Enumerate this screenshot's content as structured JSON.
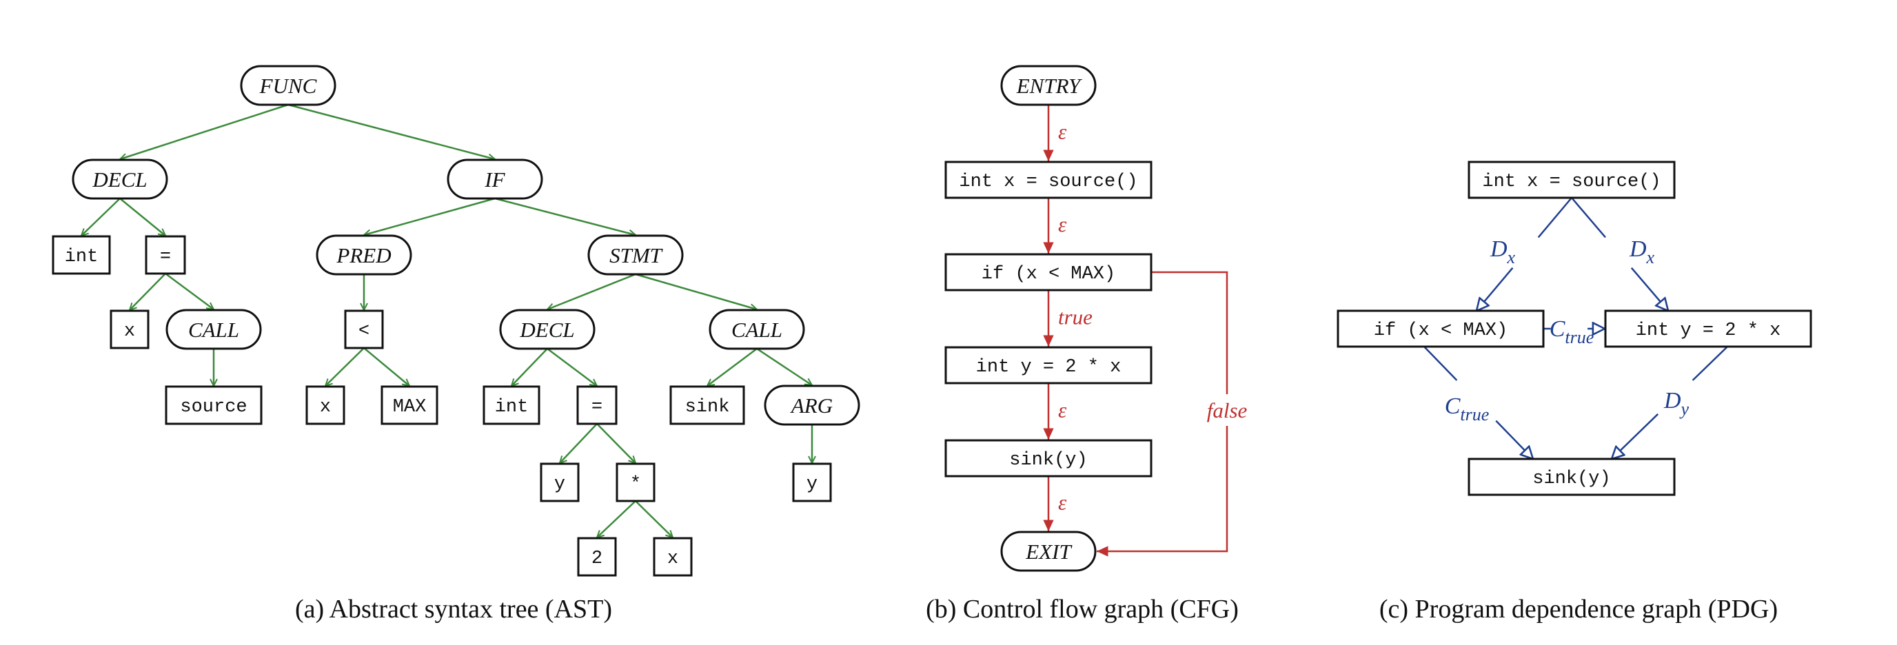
{
  "colors": {
    "ast_edge": "#3c8a3c",
    "cfg_edge": "#c0302f",
    "pdg_edge": "#1f3f8f",
    "node_stroke": "#111111"
  },
  "captions": {
    "ast": "(a) Abstract syntax tree (AST)",
    "cfg": "(b) Control flow graph (CFG)",
    "pdg": "(c) Program dependence graph (PDG)"
  },
  "ast": {
    "nodes": [
      {
        "id": "func",
        "label": "FUNC",
        "shape": "pill"
      },
      {
        "id": "decl1",
        "label": "DECL",
        "shape": "pill"
      },
      {
        "id": "if",
        "label": "IF",
        "shape": "pill"
      },
      {
        "id": "int1",
        "label": "int",
        "shape": "rect"
      },
      {
        "id": "eq1",
        "label": "=",
        "shape": "rect"
      },
      {
        "id": "x1",
        "label": "x",
        "shape": "rect"
      },
      {
        "id": "call1",
        "label": "CALL",
        "shape": "pill"
      },
      {
        "id": "source",
        "label": "source",
        "shape": "rect"
      },
      {
        "id": "pred",
        "label": "PRED",
        "shape": "pill"
      },
      {
        "id": "lt",
        "label": "<",
        "shape": "rect"
      },
      {
        "id": "x2",
        "label": "x",
        "shape": "rect"
      },
      {
        "id": "max",
        "label": "MAX",
        "shape": "rect"
      },
      {
        "id": "stmt",
        "label": "STMT",
        "shape": "pill"
      },
      {
        "id": "decl2",
        "label": "DECL",
        "shape": "pill"
      },
      {
        "id": "int2",
        "label": "int",
        "shape": "rect"
      },
      {
        "id": "eq2",
        "label": "=",
        "shape": "rect"
      },
      {
        "id": "y1",
        "label": "y",
        "shape": "rect"
      },
      {
        "id": "mul",
        "label": "*",
        "shape": "rect"
      },
      {
        "id": "two",
        "label": "2",
        "shape": "rect"
      },
      {
        "id": "x3",
        "label": "x",
        "shape": "rect"
      },
      {
        "id": "call2",
        "label": "CALL",
        "shape": "pill"
      },
      {
        "id": "sink",
        "label": "sink",
        "shape": "rect"
      },
      {
        "id": "arg",
        "label": "ARG",
        "shape": "pill"
      },
      {
        "id": "y2",
        "label": "y",
        "shape": "rect"
      }
    ],
    "edges": [
      [
        "func",
        "decl1"
      ],
      [
        "func",
        "if"
      ],
      [
        "decl1",
        "int1"
      ],
      [
        "decl1",
        "eq1"
      ],
      [
        "eq1",
        "x1"
      ],
      [
        "eq1",
        "call1"
      ],
      [
        "call1",
        "source"
      ],
      [
        "if",
        "pred"
      ],
      [
        "if",
        "stmt"
      ],
      [
        "pred",
        "lt"
      ],
      [
        "lt",
        "x2"
      ],
      [
        "lt",
        "max"
      ],
      [
        "stmt",
        "decl2"
      ],
      [
        "stmt",
        "call2"
      ],
      [
        "decl2",
        "int2"
      ],
      [
        "decl2",
        "eq2"
      ],
      [
        "eq2",
        "y1"
      ],
      [
        "eq2",
        "mul"
      ],
      [
        "mul",
        "two"
      ],
      [
        "mul",
        "x3"
      ],
      [
        "call2",
        "sink"
      ],
      [
        "call2",
        "arg"
      ],
      [
        "arg",
        "y2"
      ]
    ]
  },
  "cfg": {
    "nodes": [
      {
        "id": "entry",
        "label": "ENTRY",
        "shape": "pill"
      },
      {
        "id": "n1",
        "label": "int x = source()",
        "shape": "rect"
      },
      {
        "id": "n2",
        "label": "if (x < MAX)",
        "shape": "rect"
      },
      {
        "id": "n3",
        "label": "int y = 2 * x",
        "shape": "rect"
      },
      {
        "id": "n4",
        "label": "sink(y)",
        "shape": "rect"
      },
      {
        "id": "exit",
        "label": "EXIT",
        "shape": "pill"
      }
    ],
    "edges": [
      {
        "from": "entry",
        "to": "n1",
        "label": "ε"
      },
      {
        "from": "n1",
        "to": "n2",
        "label": "ε"
      },
      {
        "from": "n2",
        "to": "n3",
        "label": "true"
      },
      {
        "from": "n3",
        "to": "n4",
        "label": "ε"
      },
      {
        "from": "n4",
        "to": "exit",
        "label": "ε"
      },
      {
        "from": "n2",
        "to": "exit",
        "label": "false"
      }
    ]
  },
  "pdg": {
    "nodes": [
      {
        "id": "p1",
        "label": "int x = source()"
      },
      {
        "id": "p2",
        "label": "if (x < MAX)"
      },
      {
        "id": "p3",
        "label": "int y = 2 * x"
      },
      {
        "id": "p4",
        "label": "sink(y)"
      }
    ],
    "edges": [
      {
        "from": "p1",
        "to": "p2",
        "label": "D",
        "sub": "x"
      },
      {
        "from": "p1",
        "to": "p3",
        "label": "D",
        "sub": "x"
      },
      {
        "from": "p2",
        "to": "p3",
        "label": "C",
        "sub": "true"
      },
      {
        "from": "p2",
        "to": "p4",
        "label": "C",
        "sub": "true"
      },
      {
        "from": "p3",
        "to": "p4",
        "label": "D",
        "sub": "y"
      }
    ]
  }
}
